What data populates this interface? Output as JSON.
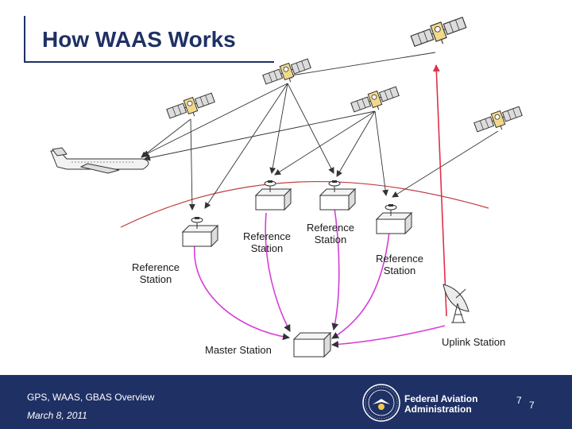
{
  "slide": {
    "title": "How WAAS Works"
  },
  "labels": {
    "reference_station": "Reference Station",
    "master_station": "Master Station",
    "uplink_station": "Uplink Station"
  },
  "footer": {
    "course": "GPS, WAAS, GBAS Overview",
    "date": "March 8, 2011",
    "agency_line1": "Federal Aviation",
    "agency_line2": "Administration",
    "page": "7",
    "page_echo": "7"
  },
  "colors": {
    "title": "#1f3064",
    "footer": "#1f3064",
    "uplink_line": "#e0304a",
    "correction_arrows": "#d63fd6",
    "horizon": "#c04040"
  },
  "icons": [
    "satellite-icon",
    "aircraft-icon",
    "reference-station-icon",
    "master-station-icon",
    "uplink-dish-icon",
    "faa-seal-icon"
  ]
}
